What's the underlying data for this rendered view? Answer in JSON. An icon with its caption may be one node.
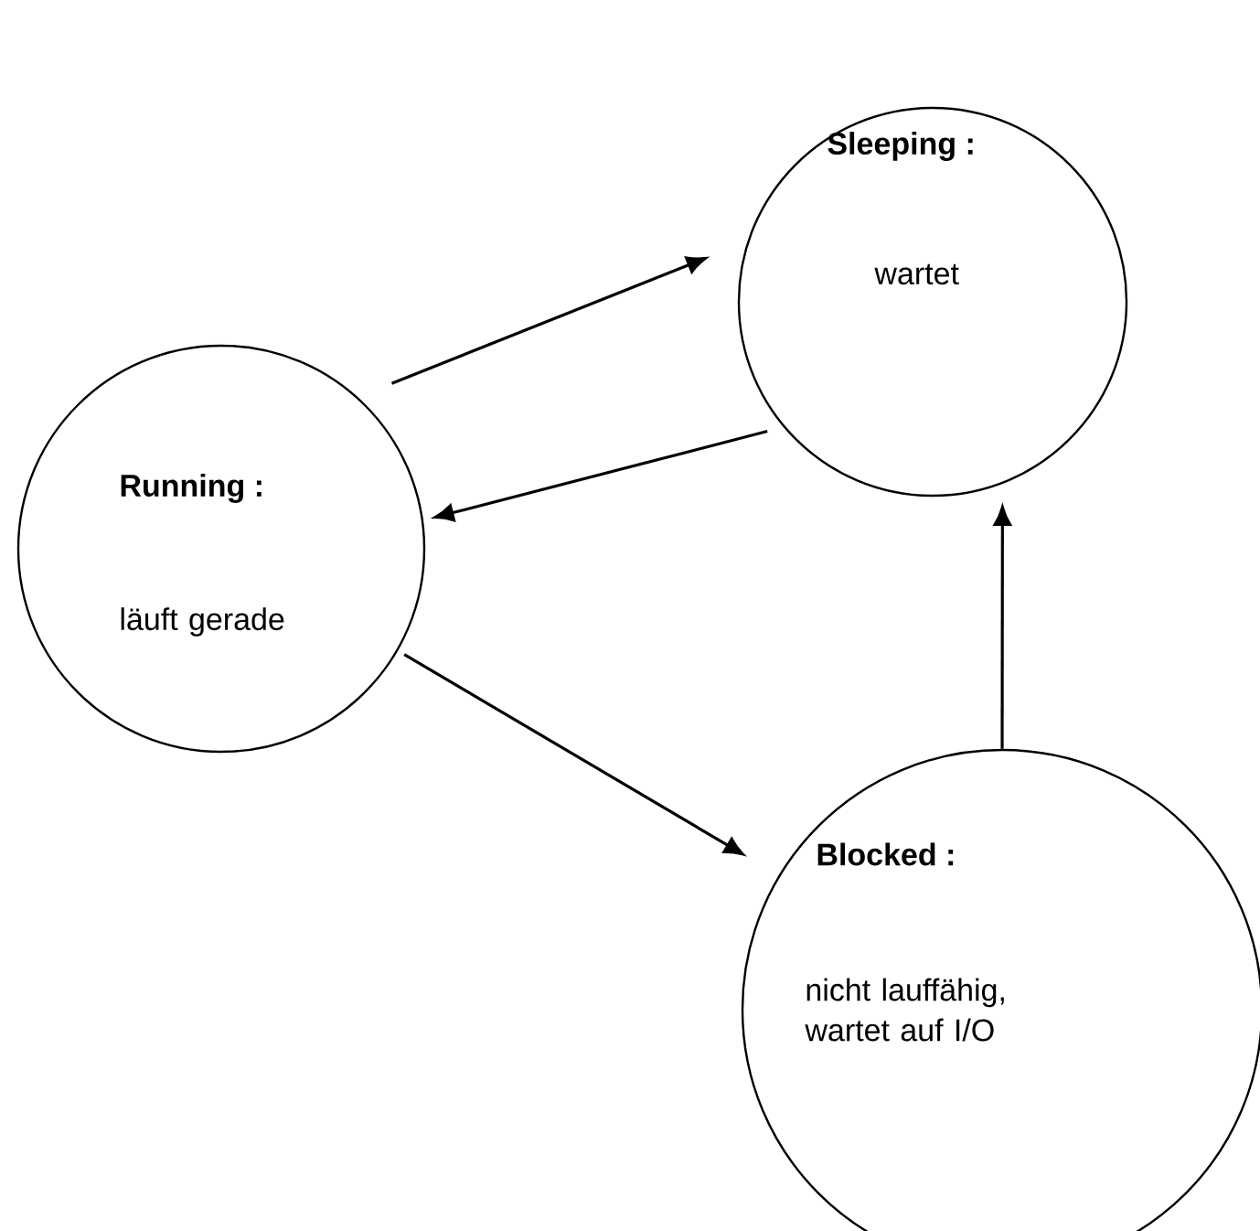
{
  "diagram": {
    "nodes": [
      {
        "text": [
          "Sleeping :",
          "wartet"
        ]
      },
      {
        "text": [
          "Running :",
          "läuft gerade"
        ]
      },
      {
        "text": [
          "Blocked :",
          "nicht lauffähig, wartet auf I/O"
        ]
      }
    ],
    "edges": [
      {
        "from": 1,
        "to": 0,
        "arrow": "to"
      },
      {
        "from": 0,
        "to": 1,
        "arrow": "to"
      },
      {
        "from": 1,
        "to": 2,
        "arrow": "to"
      },
      {
        "from": 2,
        "to": 0,
        "arrow": "to"
      }
    ]
  }
}
